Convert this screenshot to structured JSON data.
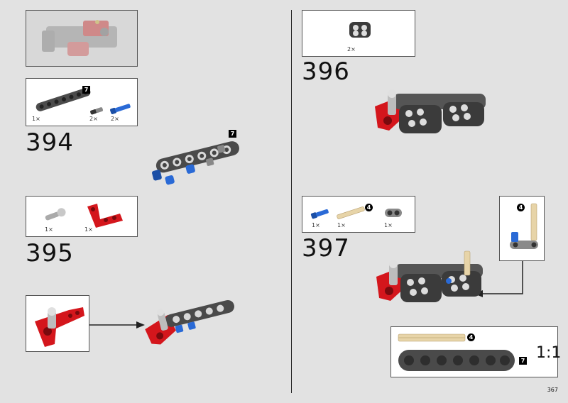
{
  "page": {
    "number": "367"
  },
  "left": {
    "step394": {
      "number": "394",
      "parts": [
        {
          "qty": "1×",
          "part": "grey-beam-7"
        },
        {
          "qty": "2×",
          "part": "black-grey-pin"
        },
        {
          "qty": "2×",
          "part": "blue-axle-pin"
        }
      ],
      "parts_length_badge": "7",
      "model_length_badge": "7"
    },
    "step395": {
      "number": "395",
      "parts": [
        {
          "qty": "1×",
          "part": "grey-pin-with-towball"
        },
        {
          "qty": "1×",
          "part": "red-angled-beam"
        }
      ]
    }
  },
  "right": {
    "step396": {
      "number": "396",
      "parts": [
        {
          "qty": "2×",
          "part": "black-connector-block"
        }
      ]
    },
    "step397": {
      "number": "397",
      "parts": [
        {
          "qty": "1×",
          "part": "blue-axle-pin"
        },
        {
          "qty": "1×",
          "part": "tan-axle-4"
        },
        {
          "qty": "1×",
          "part": "grey-connector"
        }
      ],
      "parts_axle_badge": "4",
      "callout_axle_badge": "4",
      "scale_box": {
        "axle_badge": "4",
        "beam_badge": "7",
        "scale_label": "1:1"
      }
    }
  },
  "colors": {
    "background": "#e2e2e2",
    "red": "#d4161c",
    "blue": "#1f5fc4",
    "darkgrey": "#4a4a4a",
    "tan": "#e7d4a8"
  }
}
